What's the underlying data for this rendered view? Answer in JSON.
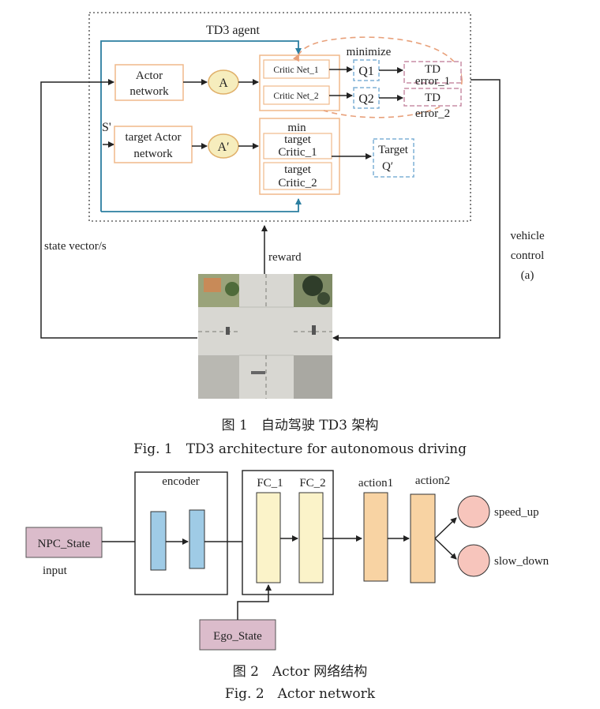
{
  "fig1": {
    "agent_title": "TD3 agent",
    "actor": [
      "Actor",
      "network"
    ],
    "a_node": "A",
    "critic1": "Critic Net_1",
    "critic2": "Critic Net_2",
    "minimize": "minimize",
    "q1": "Q1",
    "q2": "Q2",
    "td1": [
      "TD",
      "error_1"
    ],
    "td2": [
      "TD",
      "error_2"
    ],
    "s_prime": "S'",
    "target_actor": [
      "target Actor",
      "network"
    ],
    "a_prime_node": "A′",
    "min_label": "min",
    "target_critic1": [
      "target",
      "Critic_1"
    ],
    "target_critic2": [
      "target",
      "Critic_2"
    ],
    "target_q": [
      "Target",
      "Q′"
    ],
    "state_vector": "state vector/s",
    "reward": "reward",
    "vehicle_control": [
      "vehicle",
      "control",
      "(a)"
    ],
    "caption_cn": "图 1　自动驾驶 TD3 架构",
    "caption_en": "Fig. 1　TD3 architecture for autonomous driving"
  },
  "fig2": {
    "npc_state": "NPC_State",
    "input": "input",
    "encoder": "encoder",
    "fc1": "FC_1",
    "fc2": "FC_2",
    "action1": "action1",
    "action2": "action2",
    "speed_up": "speed_up",
    "slow_down": "slow_down",
    "ego_state": "Ego_State",
    "caption_cn": "图 2　Actor 网络结构",
    "caption_en": "Fig. 2　Actor network"
  },
  "colors": {
    "orange_box": "#f0b98a",
    "dashed_blue": "#7fb1d6",
    "dashed_pink": "#c98ea6",
    "teal_line": "#2b7ea0",
    "node_fill": "#f6edbd",
    "npc_fill": "#dbbccb",
    "enc_fill": "#9fcbe6",
    "fc_fill": "#fbf3c9",
    "act_fill": "#f8d3a3",
    "out_fill": "#f7c5bc"
  }
}
